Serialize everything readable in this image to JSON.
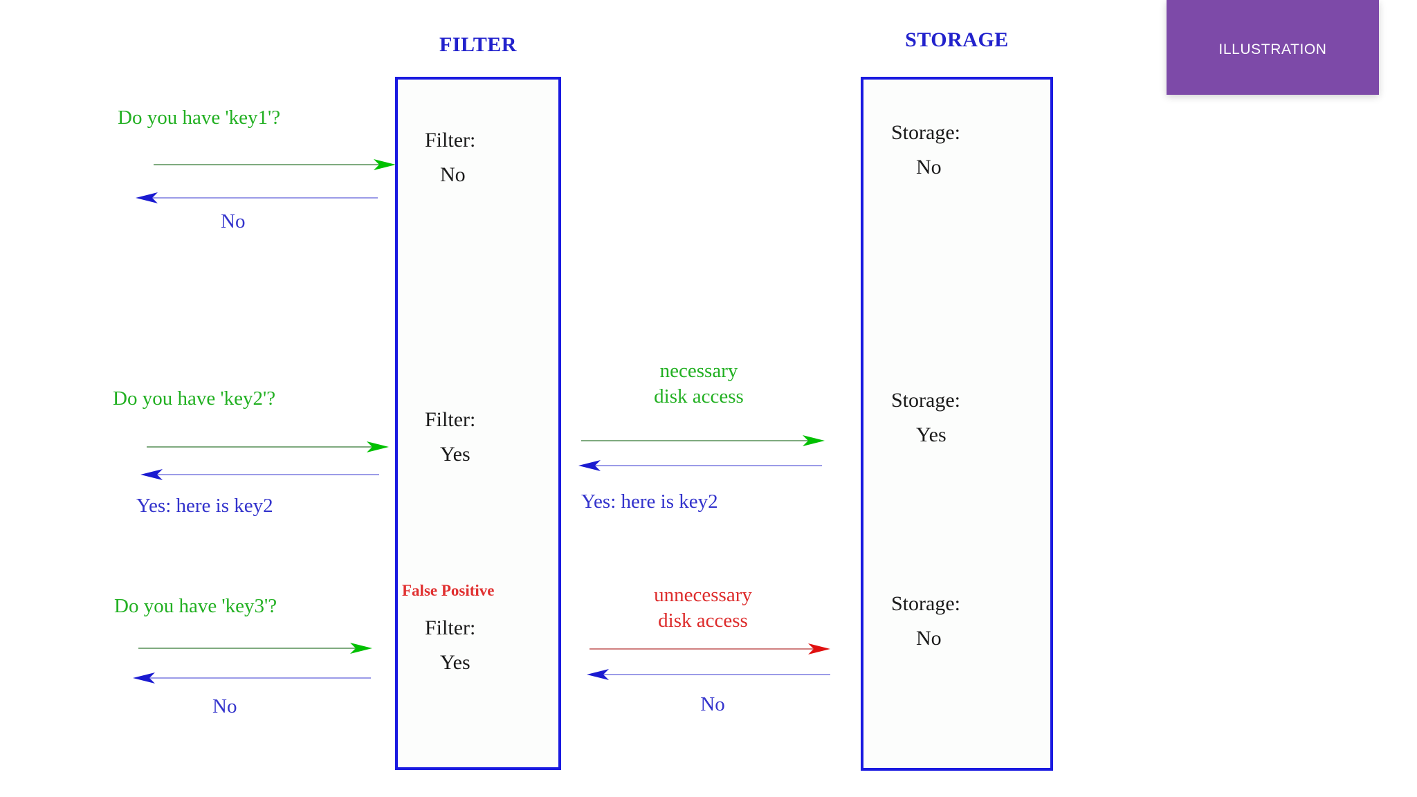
{
  "columns": {
    "filter_title": "FILTER",
    "storage_title": "STORAGE"
  },
  "filter_box": {
    "entries": [
      {
        "line1": "Filter:",
        "line2": "No"
      },
      {
        "line1": "Filter:",
        "line2": "Yes"
      },
      {
        "line1": "Filter:",
        "line2": "Yes"
      }
    ],
    "false_positive_label": "False Positive"
  },
  "storage_box": {
    "entries": [
      {
        "line1": "Storage:",
        "line2": "No"
      },
      {
        "line1": "Storage:",
        "line2": "Yes"
      },
      {
        "line1": "Storage:",
        "line2": "No"
      }
    ]
  },
  "left_lane": {
    "rows": [
      {
        "query": "Do you have 'key1'?",
        "reply": "No"
      },
      {
        "query": "Do you have 'key2'?",
        "reply": "Yes: here is key2"
      },
      {
        "query": "Do you have 'key3'?",
        "reply": "No"
      }
    ]
  },
  "middle_lane": {
    "rows": [
      {
        "request_line1": "necessary",
        "request_line2": "disk access",
        "reply": "Yes: here is key2"
      },
      {
        "request_line1": "unnecessary",
        "request_line2": "disk access",
        "reply": "No"
      }
    ]
  },
  "banner": {
    "label": "ILLUSTRATION"
  },
  "colors": {
    "box_border": "#1a1ae0",
    "title_blue": "#2222cc",
    "query_green": "#22b022",
    "reply_blue": "#3333cc",
    "error_red": "#dd2b2b",
    "arrow_green_line": "#7faa7f",
    "arrow_green_head": "#00c000",
    "arrow_blue_line": "#9b9be8",
    "arrow_blue_head": "#1a1ad0",
    "arrow_red_line": "#d08080",
    "arrow_red_head": "#e01010",
    "banner_purple": "#7d4aa8"
  }
}
